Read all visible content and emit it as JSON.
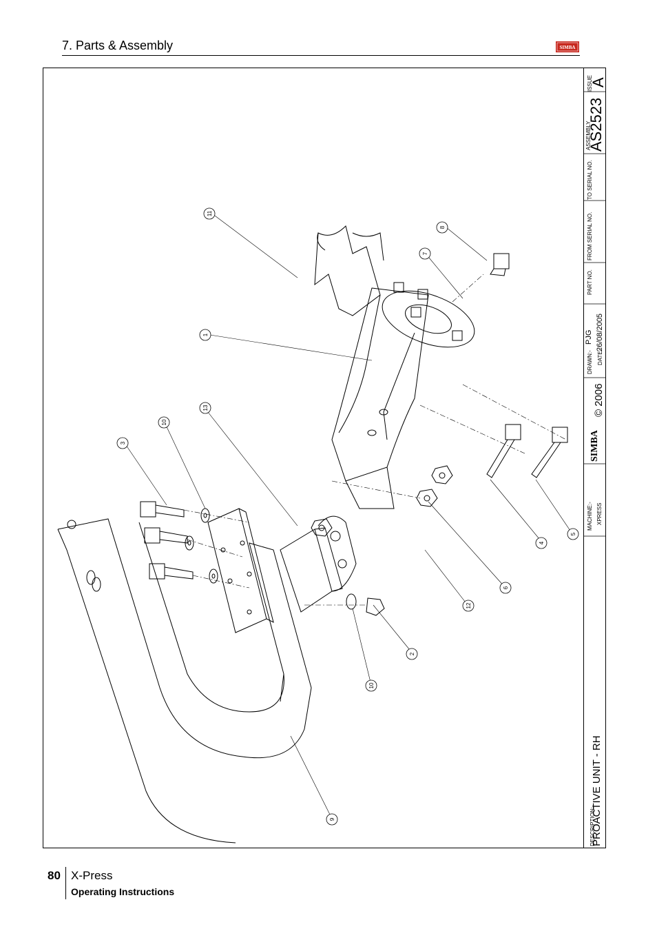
{
  "header": {
    "section_title": "7. Parts & Assembly",
    "logo_text": "SIMBA"
  },
  "title_block": {
    "description_label": "DESCRIPTION:-",
    "description_value": "PROACTIVE UNIT -  RH",
    "machine_label": "MACHINE:-",
    "machine_value": "XPRESS",
    "brand": "SIMBA",
    "copyright": "© 2006",
    "drawn_label": "DRAWN:-",
    "drawn_value": "PJG",
    "date_label": "DATE:-",
    "date_value": "26/08/2005",
    "part_no_label": "PART NO.",
    "from_serial_label": "FROM SERIAL NO.",
    "to_serial_label": "TO SERIAL NO.",
    "assembly_label": "ASSEMBLY",
    "assembly_value": "AS2523",
    "issue_label": "ISSUE",
    "issue_value": "A"
  },
  "callouts": {
    "c1": "1",
    "c2": "2",
    "c3": "3",
    "c4": "4",
    "c5": "5",
    "c6": "6",
    "c7": "7",
    "c8": "8",
    "c9": "9",
    "c10a": "10",
    "c10b": "10",
    "c11": "11",
    "c12": "12",
    "c13": "13"
  },
  "footer": {
    "page_number": "80",
    "brand": "X-Press",
    "subtitle": "Operating Instructions"
  }
}
